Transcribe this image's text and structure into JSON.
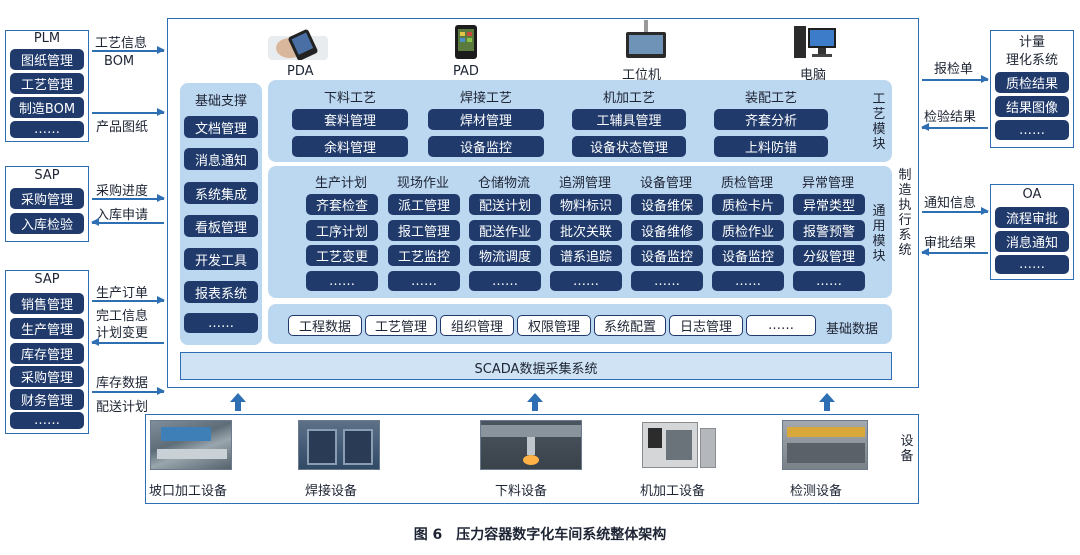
{
  "left_systems": [
    {
      "title": "PLM",
      "items": [
        "图纸管理",
        "工艺管理",
        "制造BOM",
        "……"
      ]
    },
    {
      "title": "SAP",
      "items": [
        "采购管理",
        "入库检验"
      ]
    },
    {
      "title": "SAP",
      "items": [
        "销售管理",
        "生产管理",
        "库存管理",
        "采购管理",
        "财务管理",
        "……"
      ]
    }
  ],
  "left_flows": [
    "工艺信息",
    "BOM",
    "产品图纸",
    "采购进度",
    "入库申请",
    "生产订单",
    "完工信息",
    "计划变更",
    "库存数据",
    "配送计划"
  ],
  "right_systems": [
    {
      "title_lines": [
        "计量",
        "理化系统"
      ],
      "items": [
        "质检结果",
        "结果图像",
        "……"
      ]
    },
    {
      "title_lines": [
        "OA"
      ],
      "items": [
        "流程审批",
        "消息通知",
        "……"
      ]
    }
  ],
  "right_flows": [
    "报检单",
    "检验结果",
    "通知信息",
    "审批结果"
  ],
  "devices": [
    "PDA",
    "PAD",
    "工位机",
    "电脑"
  ],
  "base_support": {
    "title": "基础支撑",
    "items": [
      "文档管理",
      "消息通知",
      "系统集成",
      "看板管理",
      "开发工具",
      "报表系统",
      "……"
    ]
  },
  "process_module": {
    "label": "工艺模块",
    "columns": [
      {
        "title": "下料工艺",
        "items": [
          "套料管理",
          "余料管理"
        ]
      },
      {
        "title": "焊接工艺",
        "items": [
          "焊材管理",
          "设备监控"
        ]
      },
      {
        "title": "机加工艺",
        "items": [
          "工辅具管理",
          "设备状态管理"
        ]
      },
      {
        "title": "装配工艺",
        "items": [
          "齐套分析",
          "上料防错"
        ]
      }
    ]
  },
  "general_module": {
    "label": "通用模块",
    "columns": [
      {
        "title": "生产计划",
        "items": [
          "齐套检查",
          "工序计划",
          "工艺变更",
          "……"
        ]
      },
      {
        "title": "现场作业",
        "items": [
          "派工管理",
          "报工管理",
          "工艺监控",
          "……"
        ]
      },
      {
        "title": "仓储物流",
        "items": [
          "配送计划",
          "配送作业",
          "物流调度",
          "……"
        ]
      },
      {
        "title": "追溯管理",
        "items": [
          "物料标识",
          "批次关联",
          "谱系追踪",
          "……"
        ]
      },
      {
        "title": "设备管理",
        "items": [
          "设备维保",
          "设备维修",
          "设备监控",
          "……"
        ]
      },
      {
        "title": "质检管理",
        "items": [
          "质检卡片",
          "质检作业",
          "设备监控",
          "……"
        ]
      },
      {
        "title": "异常管理",
        "items": [
          "异常类型",
          "报警预警",
          "分级管理",
          "……"
        ]
      }
    ]
  },
  "mes_label": "制造执行系统",
  "base_data": {
    "label": "基础数据",
    "items": [
      "工程数据",
      "工艺管理",
      "组织管理",
      "权限管理",
      "系统配置",
      "日志管理",
      "……"
    ]
  },
  "scada": "SCADA数据采集系统",
  "equipment": {
    "label": "设备",
    "items": [
      "坡口加工设备",
      "焊接设备",
      "下料设备",
      "机加工设备",
      "检测设备"
    ]
  },
  "caption": "图 6　压力容器数字化车间系统整体架构",
  "colors": {
    "frame": "#2e6fb3",
    "pill": "#1f3a6b",
    "panel": "#bcd7f0",
    "scada": "#cfe3f5"
  }
}
